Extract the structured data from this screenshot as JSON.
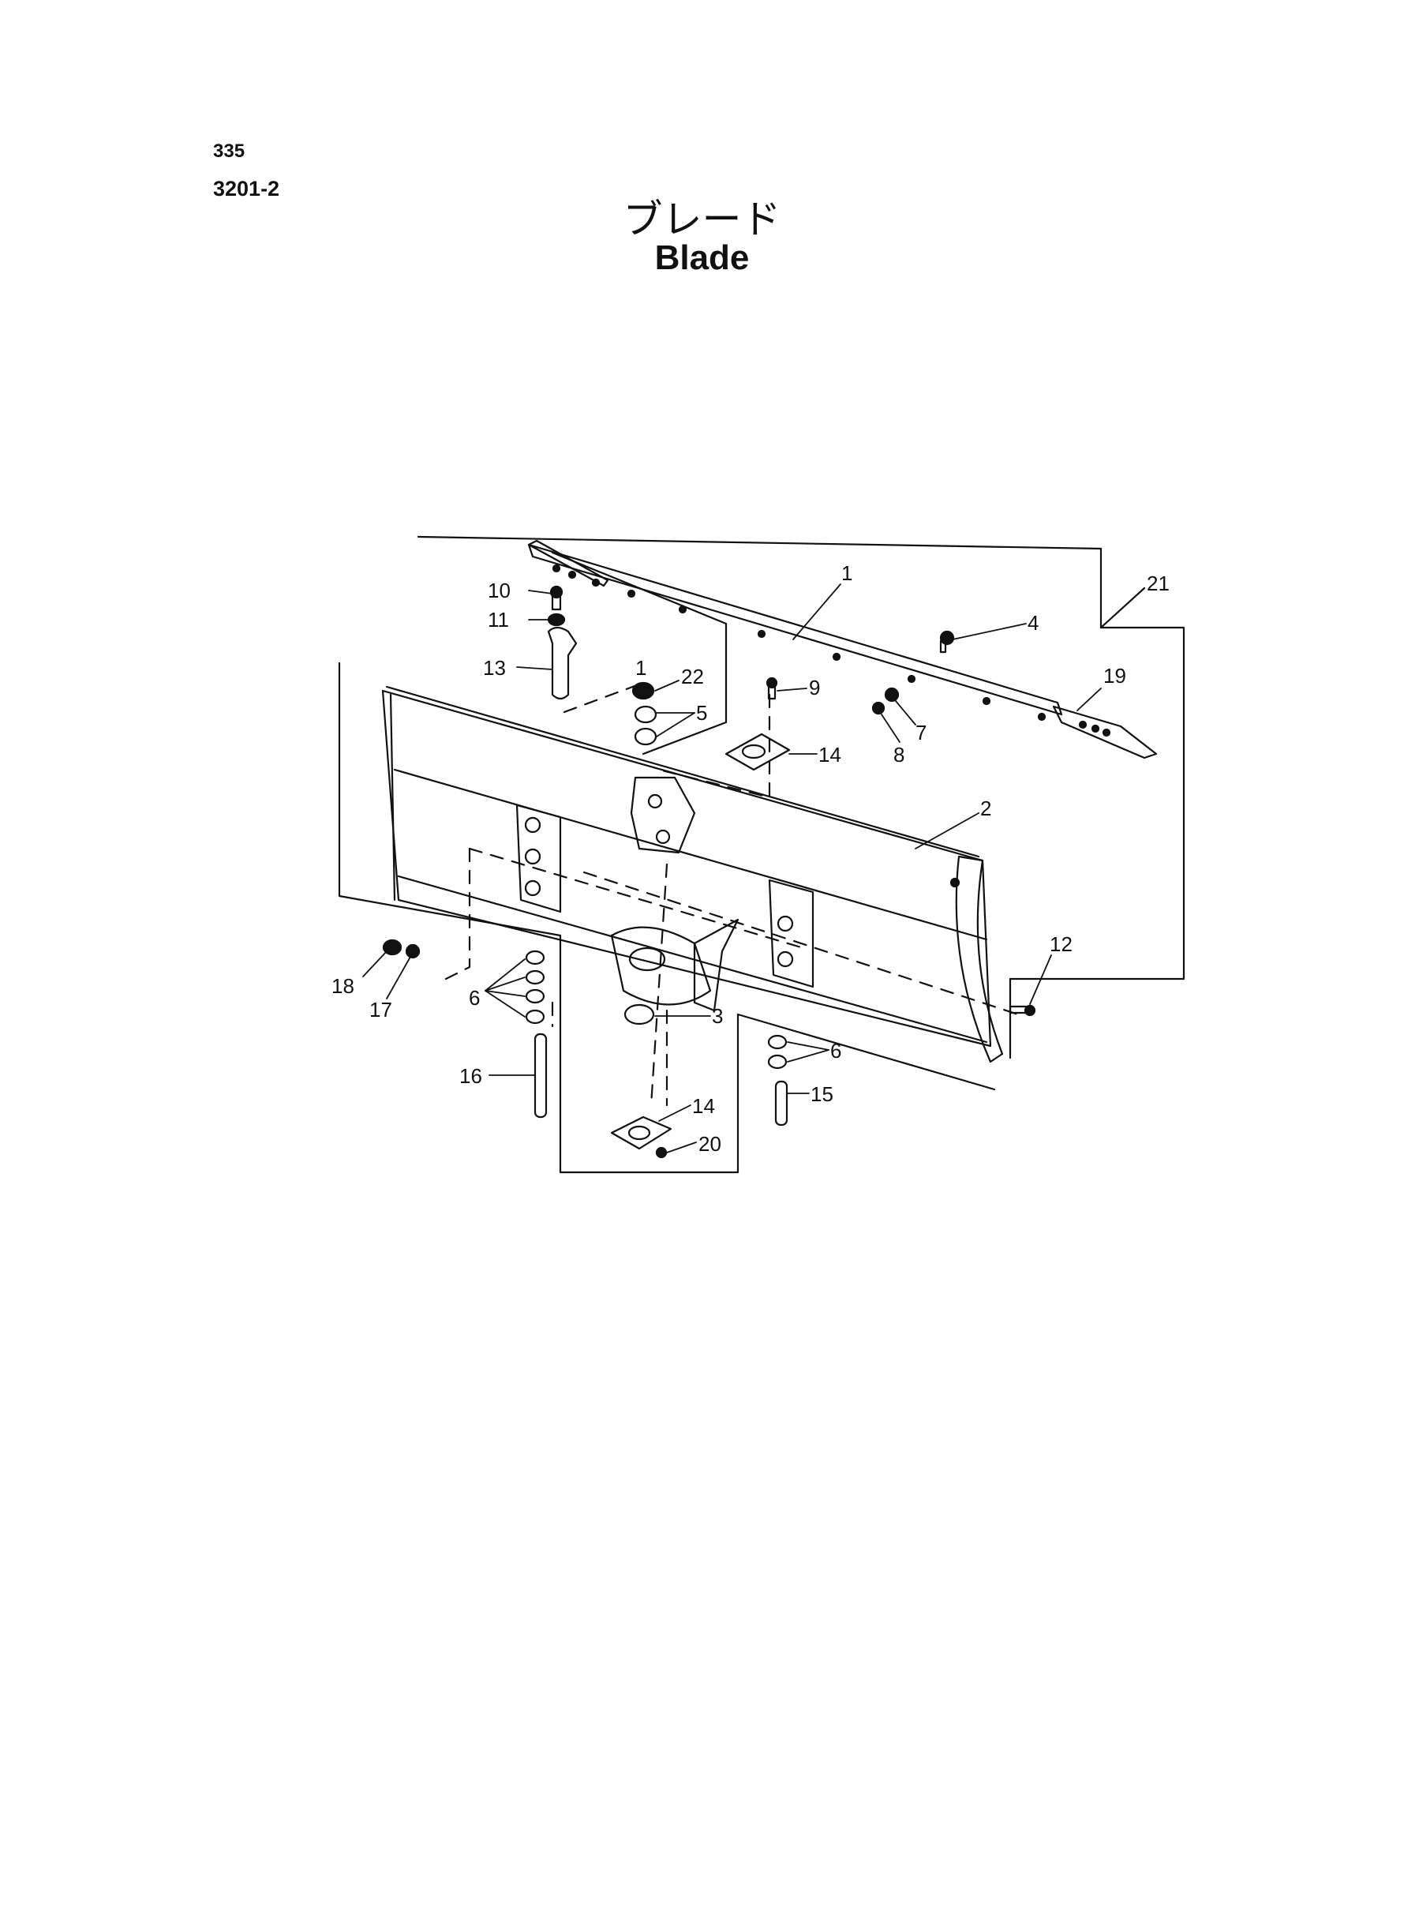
{
  "page_number": "335",
  "figure_number": "3201-2",
  "title_ja": "ブレード",
  "title_en": "Blade",
  "callouts": {
    "c1": "1",
    "c1b": "1",
    "c2": "2",
    "c3": "3",
    "c4": "4",
    "c5": "5",
    "c6a": "6",
    "c6b": "6",
    "c7": "7",
    "c8": "8",
    "c9": "9",
    "c10": "10",
    "c11": "11",
    "c12": "12",
    "c13": "13",
    "c14a": "14",
    "c14b": "14",
    "c15": "15",
    "c16": "16",
    "c17": "17",
    "c18": "18",
    "c19": "19",
    "c20": "20",
    "c21": "21",
    "c22": "22"
  }
}
